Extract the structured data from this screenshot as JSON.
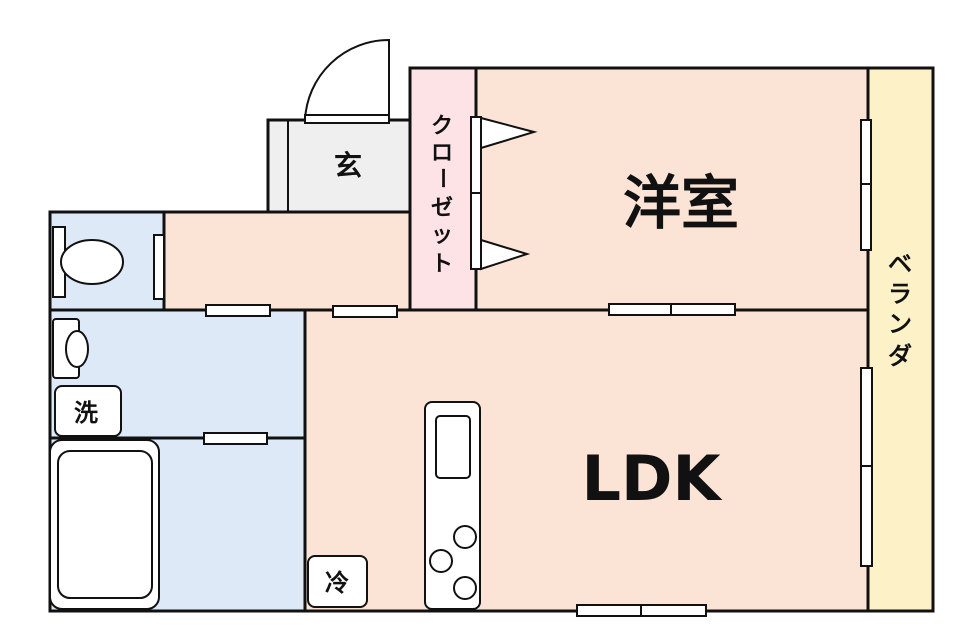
{
  "plan": {
    "rooms": {
      "western_room": "洋室",
      "ldk": "LDK",
      "entrance": "玄",
      "closet": [
        "ク",
        "ロ",
        "ー",
        "ゼ",
        "ッ",
        "ト"
      ],
      "balcony": [
        "ベ",
        "ラ",
        "ン",
        "ダ"
      ]
    },
    "fixtures": {
      "washer": "洗",
      "fridge": "冷"
    },
    "colors": {
      "living_fill": "#fbe3d6",
      "closet_fill": "#fde3e6",
      "wet_fill": "#dde9f6",
      "entrance_fill": "#efefef",
      "balcony_fill": "#fdf1c8",
      "wall": "#111111"
    }
  }
}
